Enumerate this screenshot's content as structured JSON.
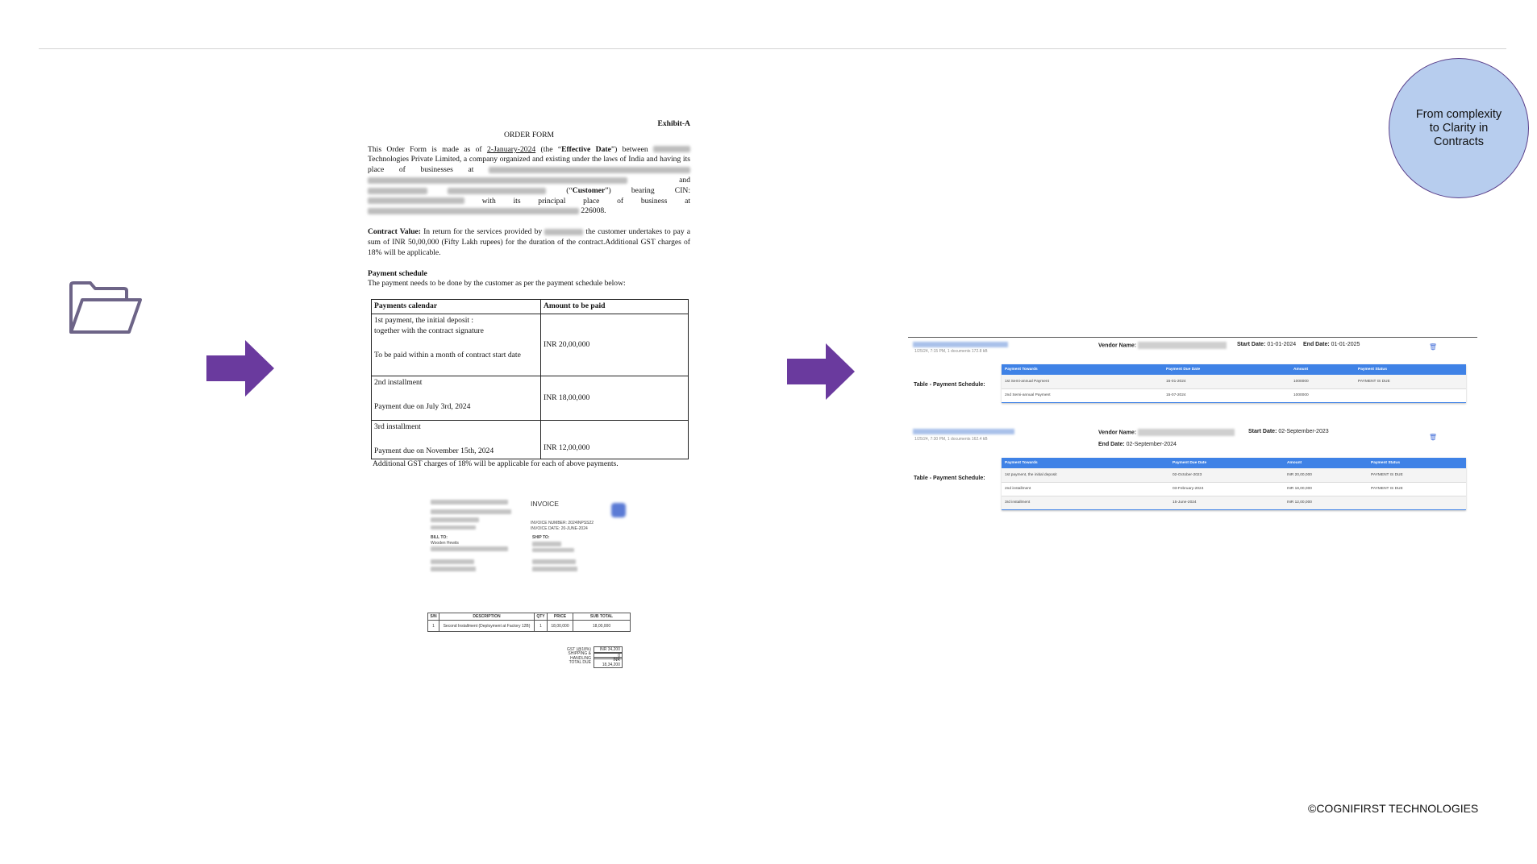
{
  "document": {
    "exhibit": "Exhibit-A",
    "title": "ORDER FORM",
    "intro": {
      "t1": "This Order Form is made as of ",
      "date": "2-January-2024",
      "t2": " (the “",
      "effective": "Effective Date",
      "t3": "”) between ",
      "t4": "Technologies Private Limited, a company organized and existing under the laws of India and having its place of businesses at ",
      "t5": " and ",
      "t6": " (“",
      "customer": "Customer",
      "t7": "”) bearing CIN: ",
      "t8": " with its principal place of business at ",
      "t9": " 226008."
    },
    "contract_value": {
      "label": "Contract Value:",
      "t1": " In return for the services provided by ",
      "t2": " the customer undertakes to pay a sum of INR 50,00,000 (Fifty Lakh rupees) for the duration of the contract.Additional GST charges of 18% will be applicable."
    },
    "payment_schedule": {
      "title": "Payment schedule",
      "text": "The payment needs to be done by the customer as per the payment schedule below:",
      "headers": [
        "Payments calendar",
        "Amount to be paid"
      ],
      "rows": [
        {
          "l1": "1st payment, the initial deposit :",
          "l2": "together with the contract signature",
          "l3": "To be paid within a month of contract start date",
          "amount": "INR 20,00,000"
        },
        {
          "l1": "2nd installment",
          "l2": "",
          "l3": "Payment due on July 3rd, 2024",
          "amount": "INR 18,00,000"
        },
        {
          "l1": "3rd installment",
          "l2": "",
          "l3": "Payment due on November 15th, 2024",
          "amount": "INR 12,00,000"
        }
      ],
      "note": "Additional GST charges of 18% will be applicable for each of above payments."
    }
  },
  "invoice": {
    "title": "INVOICE",
    "number_label": "INVOICE NUMBER: 2024INPSS22",
    "date_label": "INVOICE DATE: 20-JUNE-2024",
    "bill_to": "BILL TO:",
    "bill_name": "Wooden Hewits",
    "ship_to": "SHIP TO:",
    "table_headers": [
      "S/N",
      "DESCRIPTION",
      "QTY",
      "PRICE",
      "SUB TOTAL"
    ],
    "table_row": [
      "1",
      "Second Installment (Deployment at Factory 12B)",
      "1",
      "18,00,000",
      "18,00,000"
    ],
    "totals": [
      {
        "k": "GST (@18%)",
        "v": "INR 34,200"
      },
      {
        "k": "SHIPPING & HANDLING",
        "v": "0"
      },
      {
        "k": "TOTAL DUE",
        "v": "INR 18,34,200"
      }
    ]
  },
  "dashboard": {
    "entries": [
      {
        "meta": "1/25/24, 7:15 PM, 1 documents 172.8 kB",
        "vendor_label": "Vendor Name:",
        "start_label": "Start Date:",
        "start": "01-01-2024",
        "end_label": "End Date:",
        "end": "01-01-2025",
        "schedule_label": "Table - Payment Schedule:",
        "headers": [
          "Payment Towards",
          "Payment Due Date",
          "Amount",
          "Payment Status"
        ],
        "rows": [
          [
            "1st Semi-annual Payment",
            "15-01-2024",
            "1000000",
            "PAYMENT IS DUE"
          ],
          [
            "2nd Semi-annual Payment",
            "15-07-2024",
            "1000000",
            ""
          ]
        ]
      },
      {
        "meta": "1/25/24, 7:30 PM, 1 documents 162.4 kB",
        "vendor_label": "Vendor Name:",
        "start_label": "Start Date:",
        "start": "02-September-2023",
        "end_label": "End Date:",
        "end": "02-September-2024",
        "schedule_label": "Table - Payment Schedule:",
        "headers": [
          "Payment Towards",
          "Payment Due Date",
          "Amount",
          "Payment Status"
        ],
        "rows": [
          [
            "1st payment, the initial deposit",
            "02-October-2023",
            "INR 20,00,000",
            "PAYMENT IS DUE"
          ],
          [
            "2nd installment",
            "03-February-2024",
            "INR 18,00,000",
            "PAYMENT IS DUE"
          ],
          [
            "3rd installment",
            "15-June-2024",
            "INR 12,00,000",
            ""
          ]
        ]
      }
    ]
  },
  "badge": "From complexity to Clarity in Contracts",
  "copyright": "©COGNIFIRST TECHNOLOGIES",
  "colors": {
    "arrow": "#6a3a9e",
    "folder": "#6d6487",
    "badge_fill": "#b7cdee",
    "badge_border": "#5a3f8a",
    "table_header": "#3f82e6"
  },
  "icons": [
    "open-folder-icon",
    "right-arrow-icon",
    "trash-icon"
  ]
}
